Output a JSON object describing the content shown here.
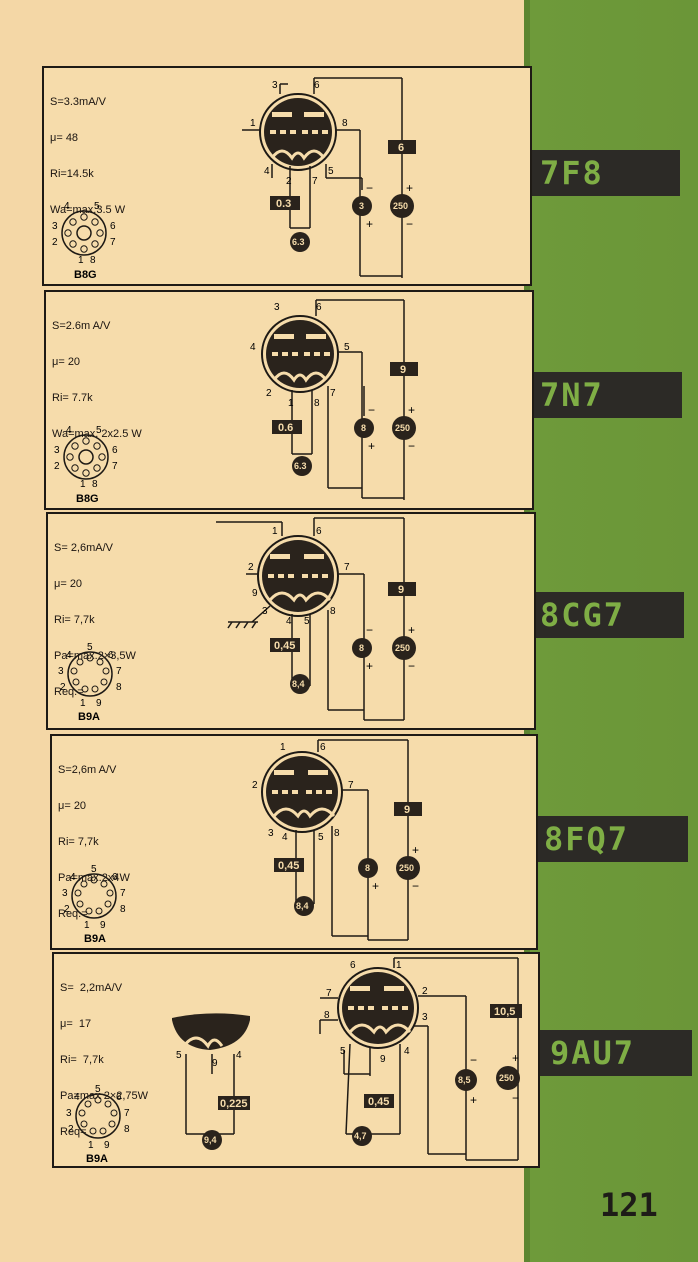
{
  "page_number": "121",
  "tubes": [
    {
      "name": "7F8",
      "specs": [
        "S=3.3mA/V",
        "μ= 48",
        "Ri=14.5k",
        "Wa=max.3.5 W"
      ],
      "socket": "B8G",
      "socket_pins": [
        "1",
        "2",
        "3",
        "4",
        "5",
        "6",
        "7",
        "8"
      ],
      "pins": [
        "3",
        "6",
        "1",
        "8",
        "4",
        "2",
        "7",
        "5"
      ],
      "voltages": {
        "heater_v": "0.3",
        "heater": "6.3",
        "bias": "3",
        "plate": "250",
        "plate_box": "6"
      }
    },
    {
      "name": "7N7",
      "specs": [
        "S=2.6m A/V",
        "μ= 20",
        "Ri= 7.7k",
        "Wa=max. 2x2.5 W"
      ],
      "socket": "B8G",
      "socket_pins": [
        "1",
        "2",
        "3",
        "4",
        "5",
        "6",
        "7",
        "8"
      ],
      "pins": [
        "3",
        "6",
        "4",
        "5",
        "2",
        "1",
        "8",
        "7"
      ],
      "voltages": {
        "heater_v": "0.6",
        "heater": "6.3",
        "bias": "8",
        "plate": "250",
        "plate_box": "9"
      }
    },
    {
      "name": "8CG7",
      "specs": [
        "S= 2,6mA/V",
        "μ= 20",
        "Ri= 7,7k",
        "Pa=max.2×3,5W",
        "Req.="
      ],
      "socket": "B9A",
      "socket_pins": [
        "1",
        "2",
        "3",
        "4",
        "5",
        "6",
        "7",
        "8",
        "9"
      ],
      "pins": [
        "1",
        "6",
        "2",
        "7",
        "9",
        "3",
        "4",
        "5",
        "8"
      ],
      "voltages": {
        "heater_v": "0,45",
        "heater": "8,4",
        "bias": "8",
        "plate": "250",
        "plate_box": "9"
      }
    },
    {
      "name": "8FQ7",
      "specs": [
        "S=2,6m A/V",
        "μ= 20",
        "Ri= 7,7k",
        "Pa=max.2x4W",
        "Req.="
      ],
      "socket": "B9A",
      "socket_pins": [
        "1",
        "2",
        "3",
        "4",
        "5",
        "6",
        "7",
        "8",
        "9"
      ],
      "pins": [
        "1",
        "6",
        "2",
        "7",
        "3",
        "4",
        "5",
        "8"
      ],
      "voltages": {
        "heater_v": "0,45",
        "heater": "8,4",
        "bias": "8",
        "plate": "250",
        "plate_box": "9"
      }
    },
    {
      "name": "9AU7",
      "specs": [
        "S=  2,2mA/V",
        "μ=  17",
        "Ri=  7,7k",
        "Pa=max 2×2,75W",
        "Req="
      ],
      "socket": "B9A",
      "socket_pins": [
        "1",
        "2",
        "3",
        "4",
        "5",
        "6",
        "7",
        "8",
        "9"
      ],
      "pins": [
        "6",
        "1",
        "7",
        "2",
        "8",
        "3",
        "5",
        "9",
        "4"
      ],
      "heater_pins": [
        "5",
        "9",
        "4"
      ],
      "voltages": {
        "heater_v": "0,45",
        "heater": "4,7",
        "bias": "8,5",
        "plate": "250",
        "plate_box": "10,5",
        "heater_v2": "0,225",
        "heater2": "9,4"
      }
    }
  ],
  "signs": {
    "minus": "−",
    "plus": "+"
  },
  "colors": {
    "paper": "#f4d7a6",
    "green": "#6e9a3a",
    "ink": "#1e1a15",
    "tab_text": "#7fae45"
  }
}
